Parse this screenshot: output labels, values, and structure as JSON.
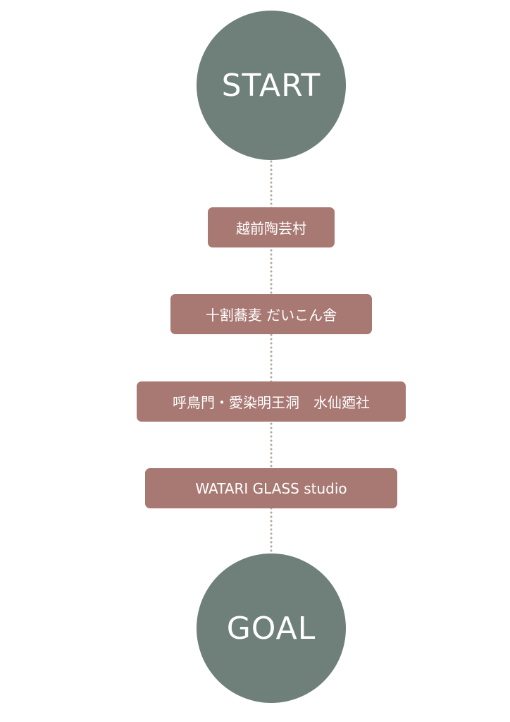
{
  "route": {
    "start_label": "START",
    "goal_label": "GOAL",
    "stops": [
      {
        "label": "越前陶芸村"
      },
      {
        "label": "十割蕎麦 だいこん舎"
      },
      {
        "label": "呼鳥門・愛染明王洞　水仙廼社"
      },
      {
        "label": "WATARI GLASS studio"
      }
    ]
  },
  "colors": {
    "endpoint_fill": "#6e8079",
    "stop_fill": "#a87873",
    "connector": "#b3a89c",
    "text": "#ffffff"
  }
}
